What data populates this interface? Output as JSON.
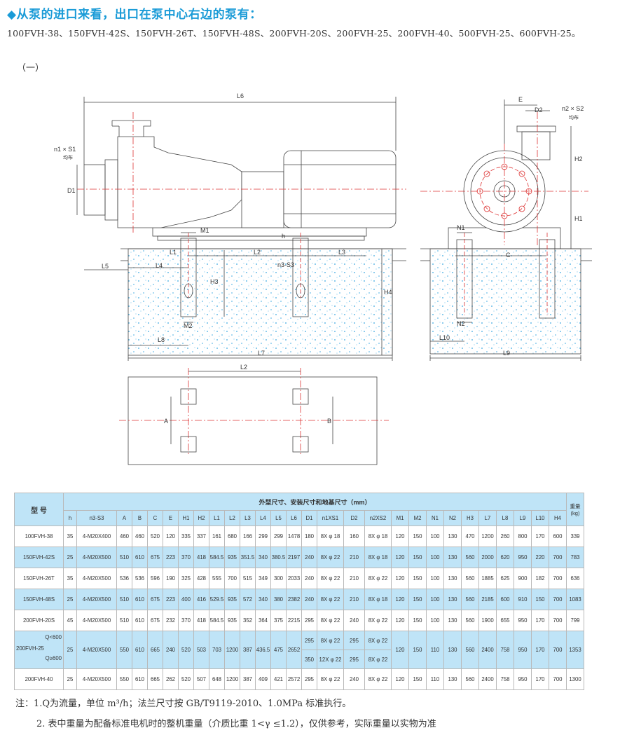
{
  "header": {
    "title": "◆从泵的进口来看，出口在泵中心右边的泵有：",
    "models": "100FVH-38、150FVH-42S、150FVH-26T、150FVH-48S、200FVH-20S、200FVH-25、200FVH-40、500FVH-25、600FVH-25。",
    "subtitle": "（一）"
  },
  "drawing_labels": {
    "L6": "L6",
    "n1S1": "n1 × S1",
    "jb1": "均布",
    "D1": "D1",
    "M1": "M1",
    "h": "h",
    "L1": "L1",
    "L2": "L2",
    "L3": "L3",
    "L4": "L4",
    "L5": "L5",
    "n3S3": "n3-S3",
    "H3": "H3",
    "H4": "H4",
    "M2": "M2",
    "L8": "L8",
    "L7": "L7",
    "E": "E",
    "D2": "D2",
    "n2S2": "n2 × S2",
    "jb2": "均布",
    "H2": "H2",
    "H1": "H1",
    "N1": "N1",
    "C": "C",
    "N2": "N2",
    "L10": "L10",
    "L9": "L9",
    "planL2": "L2",
    "A": "A",
    "B": "B"
  },
  "table": {
    "group_header": "外型尺寸、安装尺寸和地基尺寸（mm）",
    "model_header": "型  号",
    "weight_header": "重量\n(kg)",
    "columns": [
      "h",
      "n3-S3",
      "A",
      "B",
      "C",
      "E",
      "H1",
      "H2",
      "L1",
      "L2",
      "L3",
      "L4",
      "L5",
      "L6",
      "D1",
      "n1XS1",
      "D2",
      "n2XS2",
      "M1",
      "M2",
      "N1",
      "N2",
      "H3",
      "L7",
      "L8",
      "L9",
      "L10",
      "H4"
    ],
    "rows": [
      {
        "model": "100FVH-38",
        "cells": [
          "35",
          "4-M20X400",
          "460",
          "460",
          "520",
          "120",
          "335",
          "337",
          "161",
          "680",
          "166",
          "299",
          "299",
          "1478",
          "180",
          "8X φ 18",
          "160",
          "8X φ 18",
          "120",
          "150",
          "100",
          "130",
          "470",
          "1200",
          "260",
          "800",
          "170",
          "600"
        ],
        "weight": "339"
      },
      {
        "model": "150FVH-42S",
        "cells": [
          "25",
          "4-M20X500",
          "510",
          "610",
          "675",
          "223",
          "370",
          "418",
          "584.5",
          "935",
          "351.5",
          "340",
          "380.5",
          "2197",
          "240",
          "8X φ 22",
          "210",
          "8X φ 18",
          "120",
          "150",
          "100",
          "130",
          "560",
          "2000",
          "620",
          "950",
          "220",
          "700"
        ],
        "weight": "783"
      },
      {
        "model": "150FVH-26T",
        "cells": [
          "35",
          "4-M20X500",
          "536",
          "536",
          "596",
          "190",
          "325",
          "428",
          "555",
          "700",
          "515",
          "349",
          "300",
          "2033",
          "240",
          "8X φ 22",
          "210",
          "8X φ 22",
          "120",
          "150",
          "100",
          "130",
          "560",
          "1885",
          "625",
          "900",
          "182",
          "700"
        ],
        "weight": "636"
      },
      {
        "model": "150FVH-48S",
        "cells": [
          "25",
          "4-M20X500",
          "510",
          "610",
          "675",
          "223",
          "400",
          "416",
          "529.5",
          "935",
          "572",
          "340",
          "380",
          "2382",
          "240",
          "8X φ 22",
          "210",
          "8X φ 18",
          "120",
          "150",
          "100",
          "130",
          "560",
          "2185",
          "600",
          "910",
          "150",
          "700"
        ],
        "weight": "1083"
      },
      {
        "model": "200FVH-20S",
        "cells": [
          "45",
          "4-M20X500",
          "510",
          "610",
          "675",
          "232",
          "370",
          "418",
          "584.5",
          "935",
          "352",
          "364",
          "375",
          "2215",
          "295",
          "8X φ 22",
          "240",
          "8X φ 22",
          "120",
          "150",
          "100",
          "130",
          "560",
          "1900",
          "655",
          "950",
          "170",
          "700"
        ],
        "weight": "799"
      },
      {
        "model": "200FVH-25",
        "q1": "Q<600",
        "q2": "Q≥600",
        "cells": [
          "25",
          "4-M20X500",
          "550",
          "610",
          "665",
          "240",
          "520",
          "503",
          "703",
          "1200",
          "387",
          "436.5",
          "475",
          "2652"
        ],
        "d1a": "295",
        "d1b": "350",
        "n1a": "8X φ 22",
        "n1b": "12X φ 22",
        "d2a": "295",
        "d2b": "295",
        "n2a": "8X φ 22",
        "n2b": "8X φ 22",
        "tail": [
          "120",
          "150",
          "110",
          "130",
          "560",
          "2400",
          "758",
          "950",
          "170",
          "700"
        ],
        "weight": "1353"
      },
      {
        "model": "200FVH-40",
        "cells": [
          "25",
          "4-M20X500",
          "550",
          "610",
          "665",
          "262",
          "520",
          "507",
          "648",
          "1200",
          "387",
          "409",
          "421",
          "2572",
          "295",
          "8X φ 22",
          "240",
          "8X φ 22",
          "120",
          "150",
          "110",
          "130",
          "560",
          "2400",
          "758",
          "950",
          "170",
          "700"
        ],
        "weight": "1300"
      }
    ]
  },
  "notes": [
    "注：1.Q为流量，单位 m³/h；法兰尺寸按 GB/T9119-2010、1.0MPa 标准执行。",
    "2. 表中重量为配备标准电机时的整机重量（介质比重 1<γ ≤1.2），仅供参考，实际重量以实物为准"
  ]
}
